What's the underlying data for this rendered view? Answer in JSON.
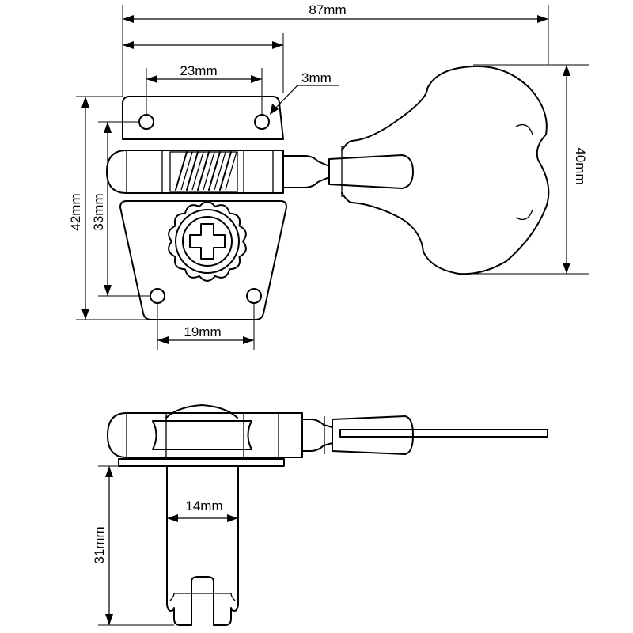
{
  "dimensions": {
    "overall_length": "87mm",
    "mounting_hole_spacing_top": "23mm",
    "hole_diameter": "3mm",
    "overall_height": "42mm",
    "plate_height": "33mm",
    "mounting_hole_spacing_bottom": "19mm",
    "key_height": "40mm",
    "post_diameter": "14mm",
    "post_length": "31mm"
  }
}
